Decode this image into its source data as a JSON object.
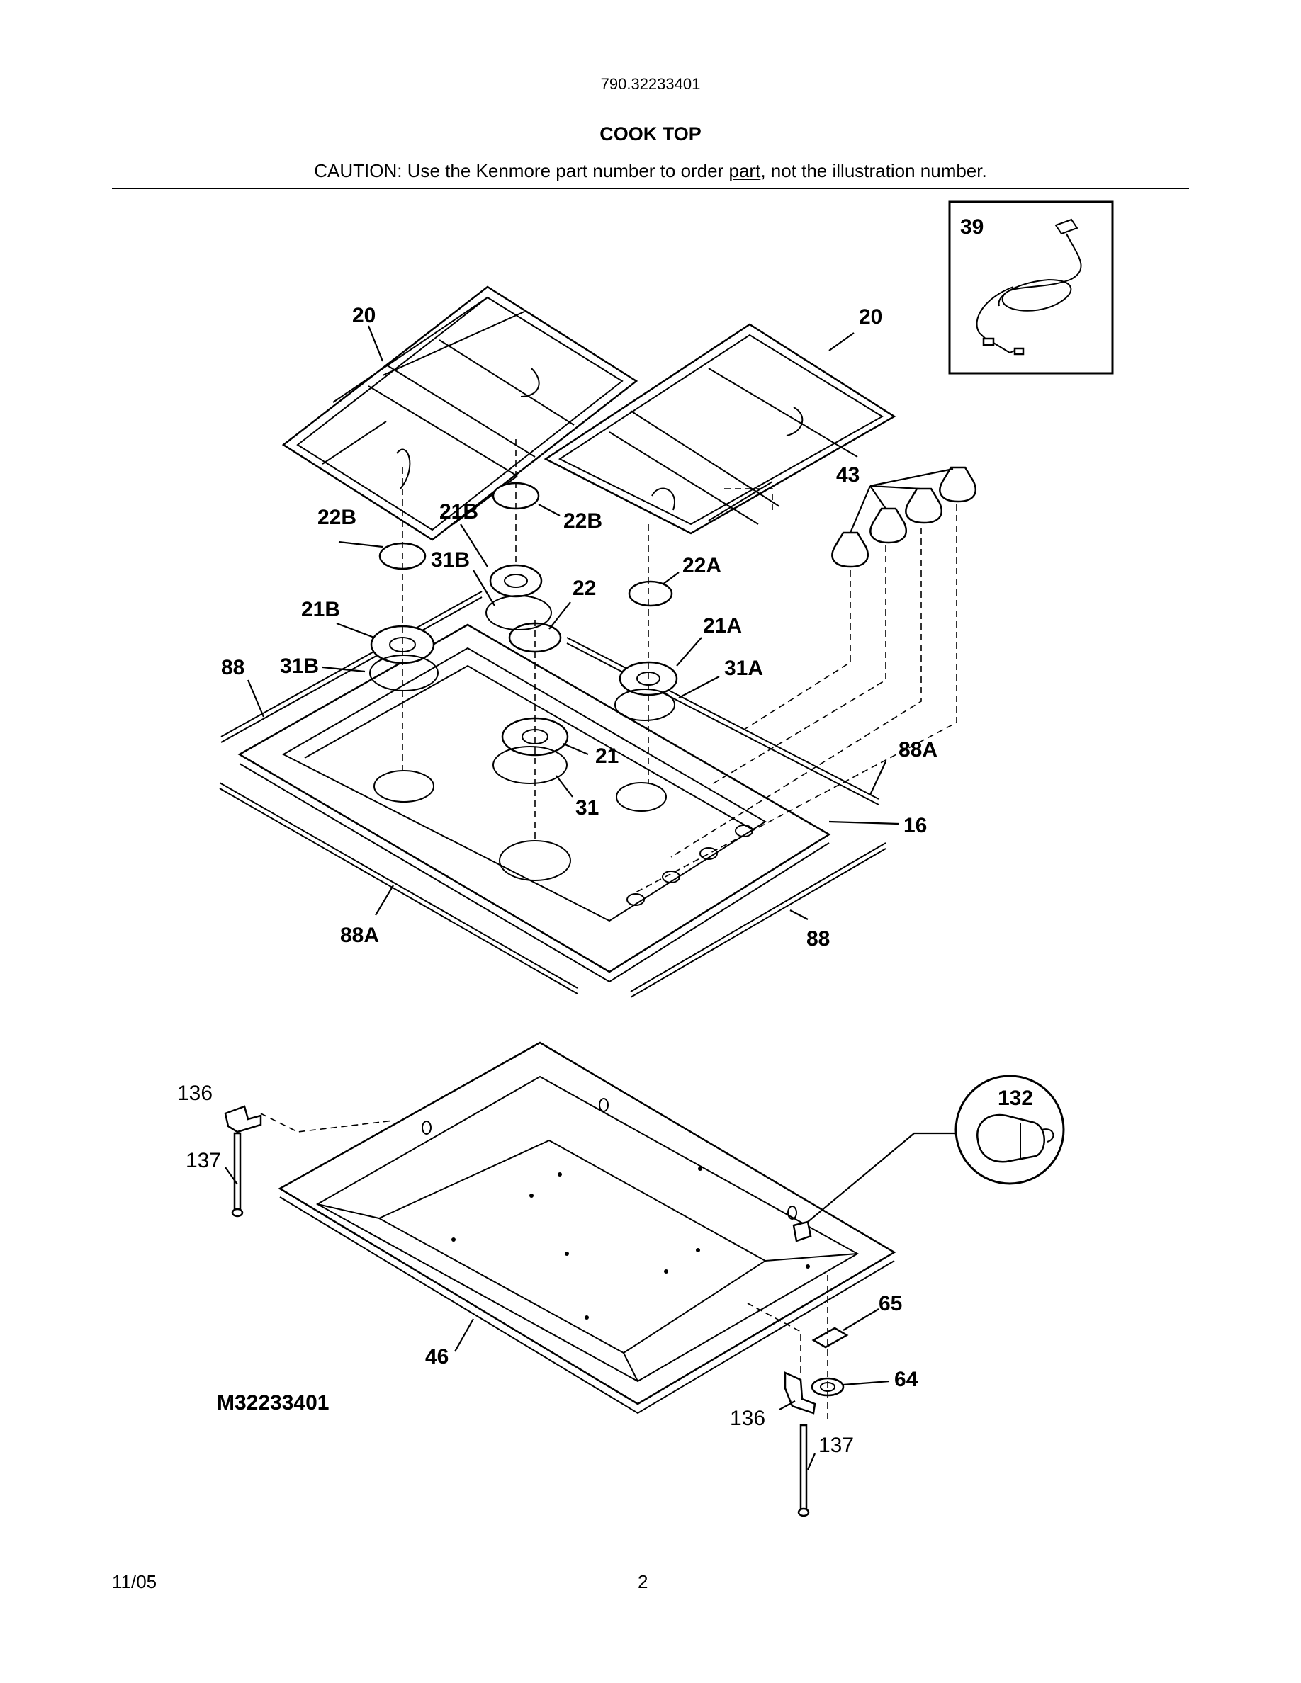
{
  "header": {
    "model_number": "790.32233401",
    "section_title": "COOK TOP",
    "caution_before": "CAUTION: Use the Kenmore part number to order ",
    "caution_underlined": "part",
    "caution_after": ", not the illustration number."
  },
  "diagram_id": "M32233401",
  "callouts": {
    "grate_left": "20",
    "grate_right": "20",
    "power_cord": "39",
    "knobs": "43",
    "cap_22b_left": "22B",
    "cap_22b_right": "22B",
    "head_21b_upper": "21B",
    "ring_31b_upper": "31B",
    "cap_22": "22",
    "cap_22a": "22A",
    "head_21b_left": "21B",
    "head_21a": "21A",
    "ring_31b_left": "31B",
    "ring_31a": "31A",
    "trim_88_left": "88",
    "head_21": "21",
    "trim_88a_right": "88A",
    "ring_31": "31",
    "cooktop_16": "16",
    "trim_88a_bottom": "88A",
    "trim_88_bottom": "88",
    "bracket_136_left": "136",
    "screw_137_left": "137",
    "connector_132": "132",
    "plate_65": "65",
    "grommet_64": "64",
    "burner_box_46": "46",
    "bracket_136_right": "136",
    "screw_137_right": "137"
  },
  "footer": {
    "date": "11/05",
    "page": "2"
  }
}
